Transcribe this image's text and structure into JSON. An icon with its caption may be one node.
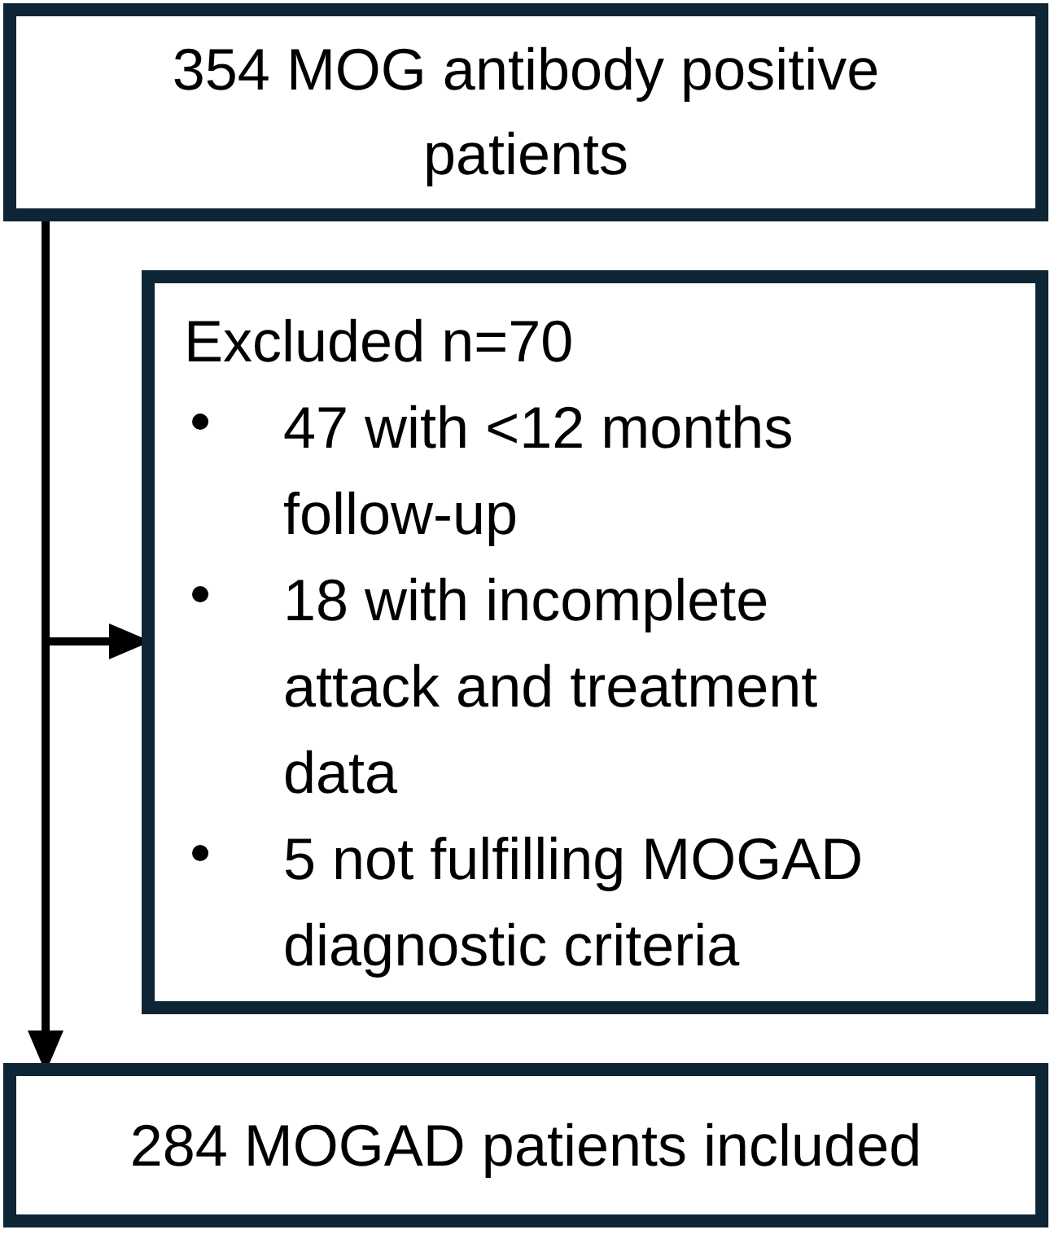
{
  "diagram": {
    "nodes": [
      {
        "text": [
          "354 MOG antibody positive patients"
        ]
      },
      {
        "text": [
          "Excluded n=70",
          "47 with <12 months follow-up",
          "18 with incomplete attack and treatment data",
          "5 not fulfilling MOGAD diagnostic criteria"
        ]
      },
      {
        "text": [
          "284 MOGAD patients included"
        ]
      }
    ],
    "edges": [
      {
        "from": 0,
        "to": 1,
        "arrow": "to"
      },
      {
        "from": 0,
        "to": 2,
        "arrow": "to"
      }
    ]
  }
}
